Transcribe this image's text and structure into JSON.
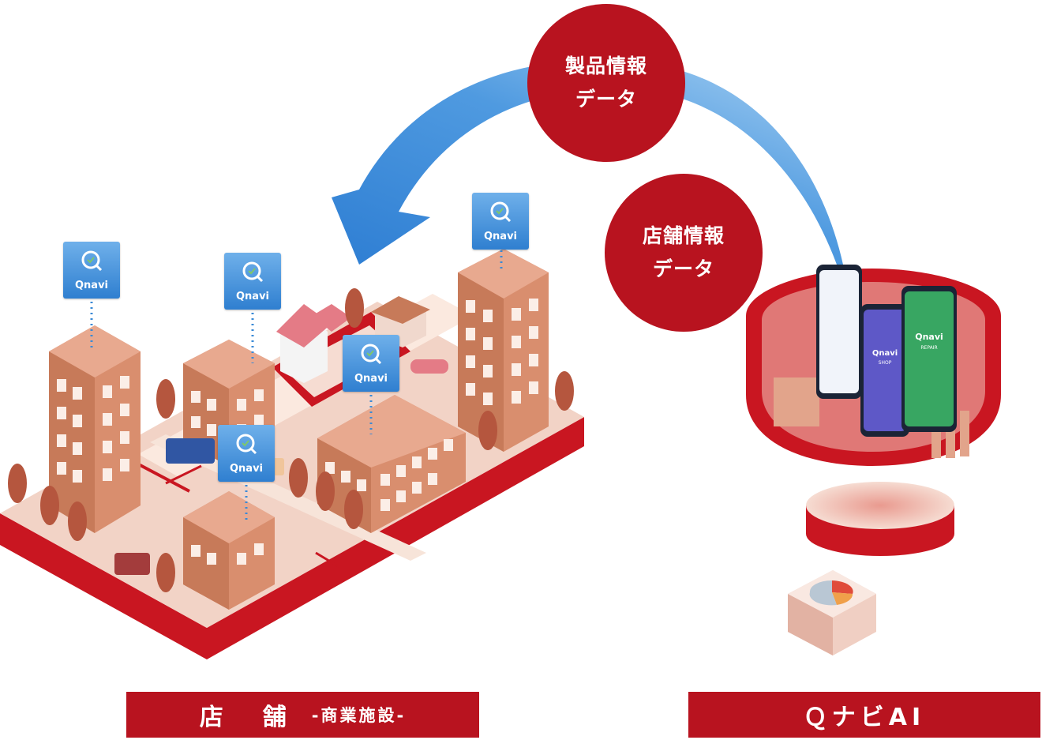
{
  "circles": {
    "product_data": {
      "line1": "製品情報",
      "line2": "データ"
    },
    "store_data": {
      "line1": "店舗情報",
      "line2": "データ"
    }
  },
  "banners": {
    "store": {
      "main": "店　舗",
      "sub": "-商業施設-"
    },
    "ai": {
      "label": "ＱナビAI"
    }
  },
  "badges": {
    "label": "Qnavi"
  },
  "phones": {
    "green_title": "Qnavi",
    "green_sub": "REPAIR",
    "purple_title": "Qnavi",
    "purple_sub": "SHOP"
  },
  "colors": {
    "accent_red": "#b8131f",
    "arrow_blue": "#3a8ad6",
    "building": "#d98e6e"
  }
}
